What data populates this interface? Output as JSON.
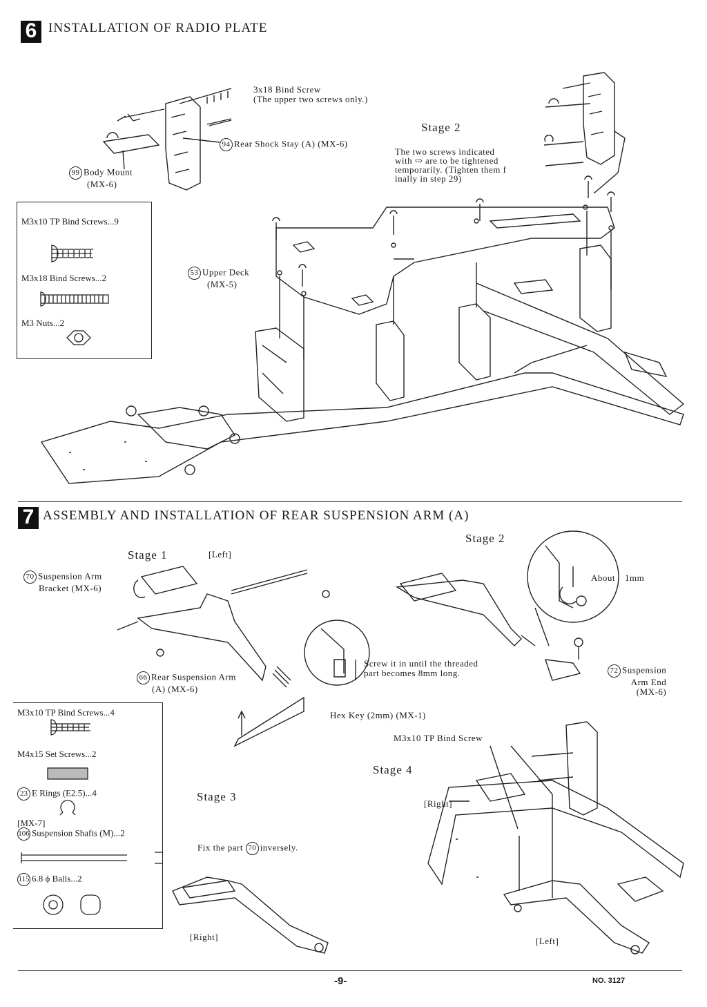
{
  "page": {
    "page_number": "-9-",
    "doc_number": "NO. 3127"
  },
  "step6": {
    "number": "6",
    "title": "INSTALLATION OF RADIO PLATE",
    "callouts": {
      "bind_screw_line1": "3x18 Bind Screw",
      "bind_screw_line2": "(The upper two screws only.)",
      "shock_stay_num": "94",
      "shock_stay_label": "Rear Shock Stay (A) (MX-6)",
      "body_mount_num": "99",
      "body_mount_line1": "Body Mount",
      "body_mount_line2": "(MX-6)",
      "upper_deck_num": "53",
      "upper_deck_line1": "Upper Deck",
      "upper_deck_line2": "(MX-5)"
    },
    "stage2": {
      "label": "Stage 2",
      "note_lines": [
        "The two screws indicated",
        "with ⇨ are to be tightened",
        "temporarily. (Tighten them f",
        "inally in step 29)"
      ]
    },
    "parts": [
      {
        "name": "M3x10 TP Bind Screws...9"
      },
      {
        "name": "M3x18 Bind Screws...2"
      },
      {
        "name": "M3 Nuts...2"
      }
    ]
  },
  "step7": {
    "number": "7",
    "title": "ASSEMBLY AND INSTALLATION OF REAR SUSPENSION ARM (A)",
    "stage1": {
      "label": "Stage 1",
      "side": "[Left]",
      "bracket_num": "70",
      "bracket_line1": "Suspension Arm",
      "bracket_line2": "Bracket (MX-6)",
      "arm_num": "66",
      "arm_line1": "Rear Suspension Arm",
      "arm_line2": "(A) (MX-6)",
      "screw_note_line1": "Screw it in until the threaded",
      "screw_note_line2": "part becomes 8mm long.",
      "hex_key": "Hex Key (2mm) (MX-1)"
    },
    "stage2": {
      "label": "Stage 2",
      "about_a": "About",
      "about_b": "1mm",
      "arm_end_num": "72",
      "arm_end_line1": "Suspension",
      "arm_end_line2": "Arm End",
      "arm_end_line3": "(MX-6)"
    },
    "stage3": {
      "label": "Stage 3",
      "fix_note_a": "Fix the part",
      "fix_note_num": "70",
      "fix_note_b": "inversely.",
      "side": "[Right]"
    },
    "stage4": {
      "label": "Stage 4",
      "screw_label": "M3x10 TP Bind Screw",
      "right": "[Right]",
      "left": "[Left]"
    },
    "parts": [
      {
        "name": "M3x10 TP Bind Screws...4"
      },
      {
        "name": "M4x15 Set Screws...2"
      },
      {
        "num": "23",
        "name": "E Rings (E2.5)...4"
      },
      {
        "prefix": "[MX-7]",
        "num": "106",
        "name": "Suspension Shafts (M)...2"
      },
      {
        "num": "115",
        "name": "6.8 ϕ Balls...2"
      }
    ]
  }
}
